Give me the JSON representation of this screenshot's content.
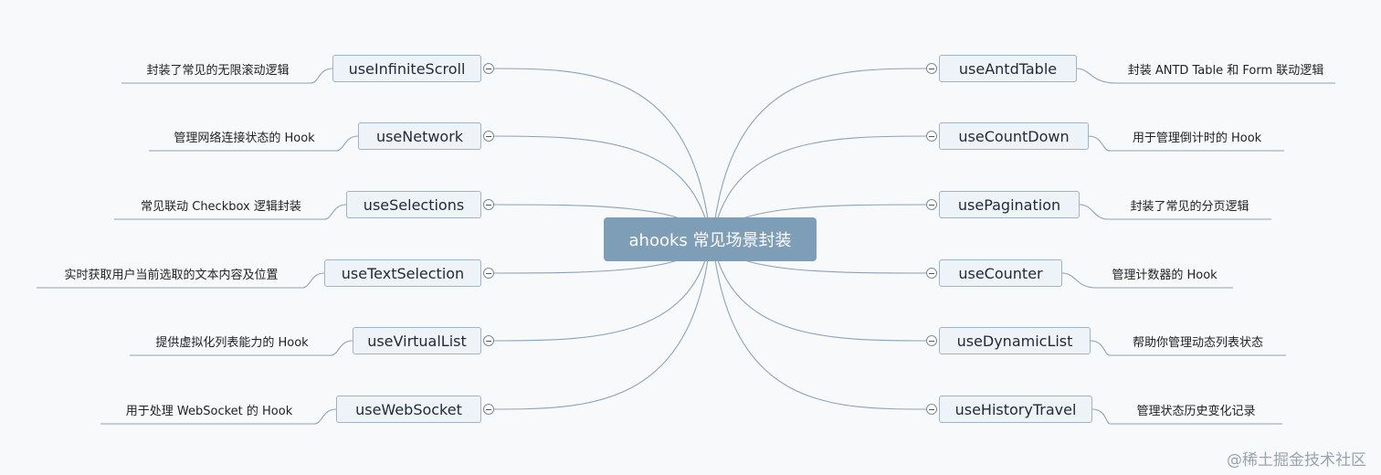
{
  "center": "ahooks 常见场景封装",
  "left": [
    {
      "name": "useInfiniteScroll",
      "desc": "封装了常见的无限滚动逻辑"
    },
    {
      "name": "useNetwork",
      "desc": "管理网络连接状态的 Hook"
    },
    {
      "name": "useSelections",
      "desc": "常见联动 Checkbox 逻辑封装"
    },
    {
      "name": "useTextSelection",
      "desc": "实时获取用户当前选取的文本内容及位置"
    },
    {
      "name": "useVirtualList",
      "desc": "提供虚拟化列表能力的 Hook"
    },
    {
      "name": "useWebSocket",
      "desc": "用于处理 WebSocket 的 Hook"
    }
  ],
  "right": [
    {
      "name": "useAntdTable",
      "desc": "封装 ANTD Table 和 Form 联动逻辑"
    },
    {
      "name": "useCountDown",
      "desc": "用于管理倒计时的 Hook"
    },
    {
      "name": "usePagination",
      "desc": "封装了常见的分页逻辑"
    },
    {
      "name": "useCounter",
      "desc": "管理计数器的 Hook"
    },
    {
      "name": "useDynamicList",
      "desc": "帮助你管理动态列表状态"
    },
    {
      "name": "useHistoryTravel",
      "desc": "管理状态历史变化记录"
    }
  ],
  "watermark": "@稀土掘金技术社区",
  "colors": {
    "center": "#7e9db6",
    "node_fill": "#eef3f8",
    "node_border": "#9fb4c7",
    "line": "#8aa3b8"
  }
}
